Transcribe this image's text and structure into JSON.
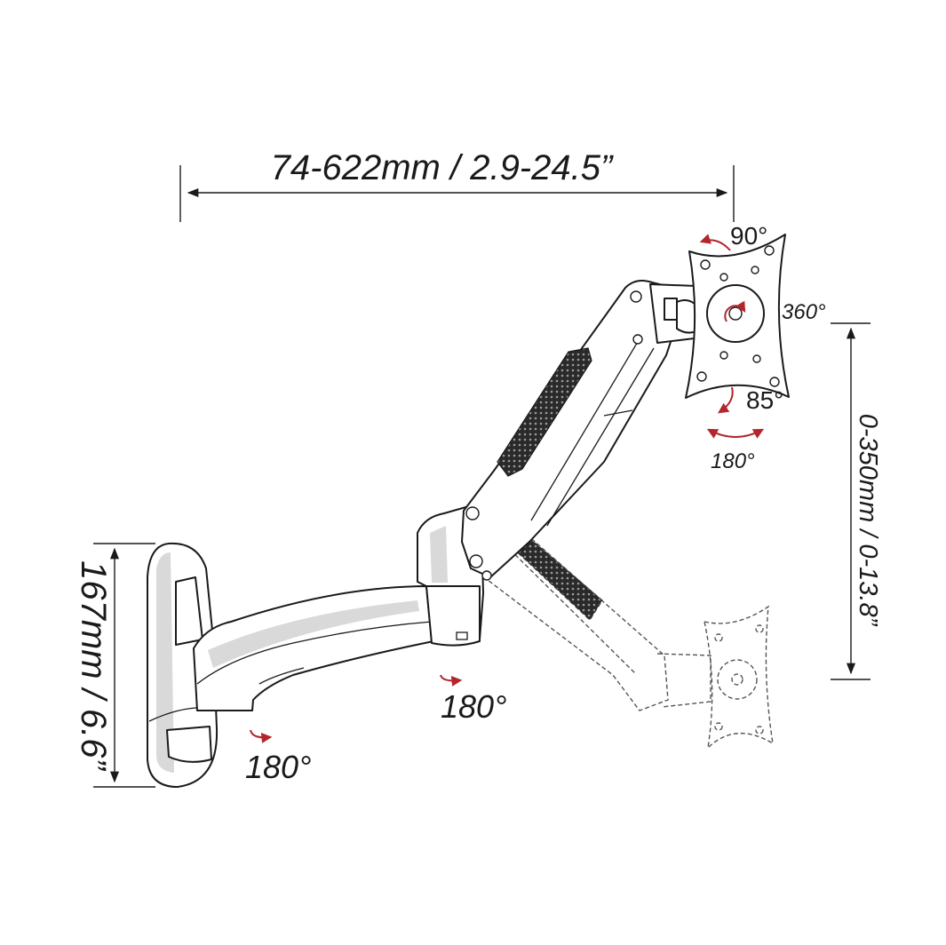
{
  "dimensions": {
    "reach": "74-622mm / 2.9-24.5”",
    "height_adjust": "0-350mm / 0-13.8”",
    "base_height": "167mm / 6.6”"
  },
  "rotations": {
    "tilt": "90°",
    "rotate": "360°",
    "tilt_down": "85°",
    "swivel_head": "180°",
    "swivel_elbow": "180°",
    "swivel_base": "180°"
  },
  "colors": {
    "outline": "#1a1a1a",
    "arrow": "#b3262e",
    "shade": "#d9d9d9"
  }
}
